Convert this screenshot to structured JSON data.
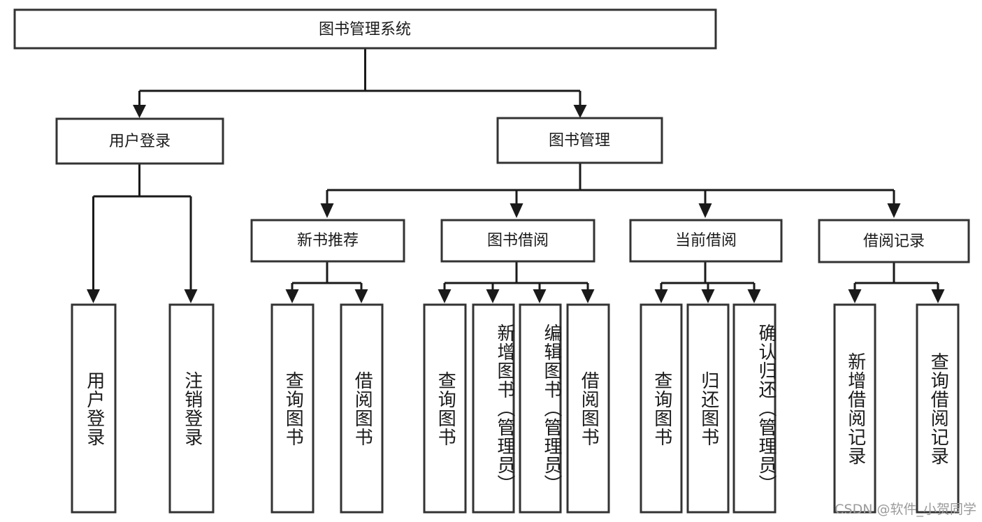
{
  "diagram": {
    "title": "图书管理系统",
    "type": "hierarchy-tree",
    "watermark": "CSDN @软件_小贺同学",
    "colors": {
      "box_fill": "#ffffff",
      "box_stroke": "#333333",
      "edge": "#1a1a1a",
      "text": "#1a1a1a",
      "watermark": "#9b9b9b"
    },
    "levels": {
      "level1": {
        "label": "图书管理系统"
      },
      "level2": [
        {
          "id": "user-login",
          "label": "用户登录"
        },
        {
          "id": "book-management",
          "label": "图书管理"
        }
      ],
      "level3": [
        {
          "id": "new-book-recommend",
          "label": "新书推荐",
          "parent": "book-management"
        },
        {
          "id": "book-borrow",
          "label": "图书借阅",
          "parent": "book-management"
        },
        {
          "id": "current-borrow",
          "label": "当前借阅",
          "parent": "book-management"
        },
        {
          "id": "borrow-record",
          "label": "借阅记录",
          "parent": "book-management"
        }
      ],
      "leaves": [
        {
          "id": "leaf-user-login",
          "label": "用户登录",
          "parent": "user-login"
        },
        {
          "id": "leaf-logout-login",
          "label": "注销登录",
          "parent": "user-login"
        },
        {
          "id": "leaf-query-book-1",
          "label": "查询图书",
          "parent": "new-book-recommend"
        },
        {
          "id": "leaf-borrow-book-1",
          "label": "借阅图书",
          "parent": "new-book-recommend"
        },
        {
          "id": "leaf-query-book-2",
          "label": "查询图书",
          "parent": "book-borrow"
        },
        {
          "id": "leaf-add-book",
          "label": "新增图书（管理员）",
          "parent": "book-borrow"
        },
        {
          "id": "leaf-edit-book",
          "label": "编辑图书（管理员）",
          "parent": "book-borrow"
        },
        {
          "id": "leaf-borrow-book-2",
          "label": "借阅图书",
          "parent": "book-borrow"
        },
        {
          "id": "leaf-query-book-3",
          "label": "查询图书",
          "parent": "current-borrow"
        },
        {
          "id": "leaf-return-book",
          "label": "归还图书",
          "parent": "current-borrow"
        },
        {
          "id": "leaf-confirm-return",
          "label": "确认归还（管理员）",
          "parent": "current-borrow"
        },
        {
          "id": "leaf-add-record",
          "label": "新增借阅记录",
          "parent": "borrow-record"
        },
        {
          "id": "leaf-query-record",
          "label": "查询借阅记录",
          "parent": "borrow-record"
        }
      ]
    }
  }
}
